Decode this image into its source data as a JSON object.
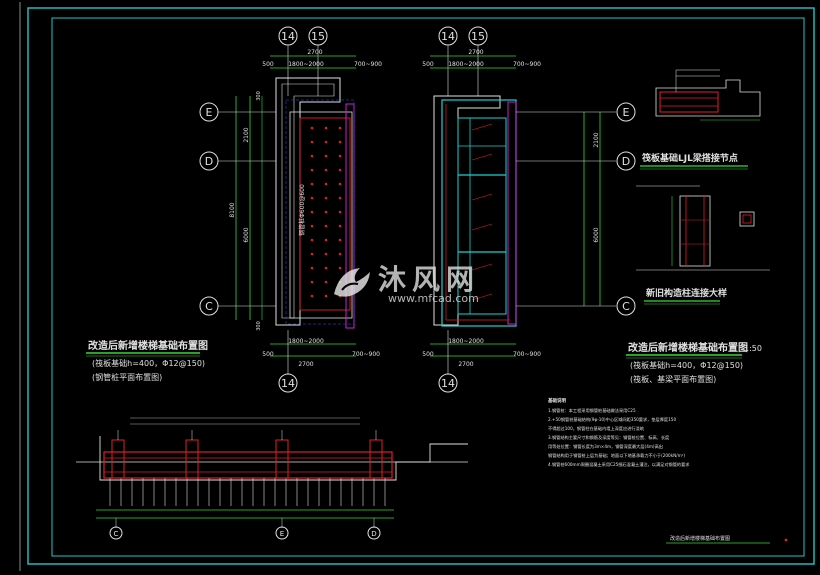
{
  "colors": {
    "frame": "#22c8c8",
    "line": "#e0e0e0",
    "green": "#38d838",
    "cyan": "#1fd0d0",
    "red": "#e02020",
    "magenta": "#d020d0",
    "blue": "#3050ff"
  },
  "axes": {
    "a14": "14",
    "a15": "15",
    "E": "E",
    "D": "D",
    "C": "C",
    "bC": "C",
    "bE": "E",
    "bD": "D"
  },
  "plan_left": {
    "dim_top_total": "2700",
    "dim_top_a": "500",
    "dim_top_b": "1800~2000",
    "dim_top_c": "700~900",
    "dim_bot_a": "500",
    "dim_bot_b": "1800~2000",
    "dim_bot_c": "700~900",
    "dim_bot_total": "2700",
    "dim_v1": "2100",
    "dim_v2": "6000",
    "dim_v_total": "8100",
    "dim_v_small_top": "300",
    "dim_v_small_bot": "300",
    "inner_note": "钢管桩Φ600@600",
    "title": "改造后新增楼梯基础布置图",
    "sub1": "(筏板基础h=400，Φ12@150)",
    "sub2": "(钢管桩平面布置图)"
  },
  "plan_right": {
    "dim_top_total": "2700",
    "dim_top_a": "500",
    "dim_top_b": "1800~2000",
    "dim_top_c": "700~900",
    "dim_bot_a": "500",
    "dim_bot_b": "1800~2000",
    "dim_bot_c": "700~900",
    "dim_bot_total": "2700",
    "dim_v1": "2100",
    "dim_v2": "6000",
    "title": "改造后新增楼梯基础布置图",
    "scale": "1:50",
    "sub1": "(筏板基础h=400，Φ12@150)",
    "sub2": "(筏板、基梁平面布置图)"
  },
  "detail": {
    "title1": "筏板基础LJL梁搭接节点",
    "title2": "新旧构造柱连接大样"
  },
  "section": {
    "title": "改造后新增楼梯基础布置图"
  },
  "notes": {
    "heading": "基础说明",
    "lines": [
      "1.钢管桩：本工程采用钢管桩基础做法采用C25",
      "2.+50钢管桩基础结构(9φ-10)中心区域间距350要求，垫层厚度150",
      "  不得超过100，钢管柱在基础内墙上深度应进行浇筑",
      "3.钢管结构主要尺寸和钢筋及深度等见：钢管桩位置、标高、长度",
      "  用等处位置：钢管长度为3m×4m，钢管深度最大层(4m)高出",
      "  钢管结构用于钢管桩上层为基础；地面以下地基承载力不小于(200kN/m²)",
      "4.钢管桩600mm周圈混凝土采用C25细石混凝土灌注，以满足对钢管的要求"
    ]
  },
  "watermark": {
    "brand": "沐风网",
    "url": "www.mfcad.com"
  }
}
